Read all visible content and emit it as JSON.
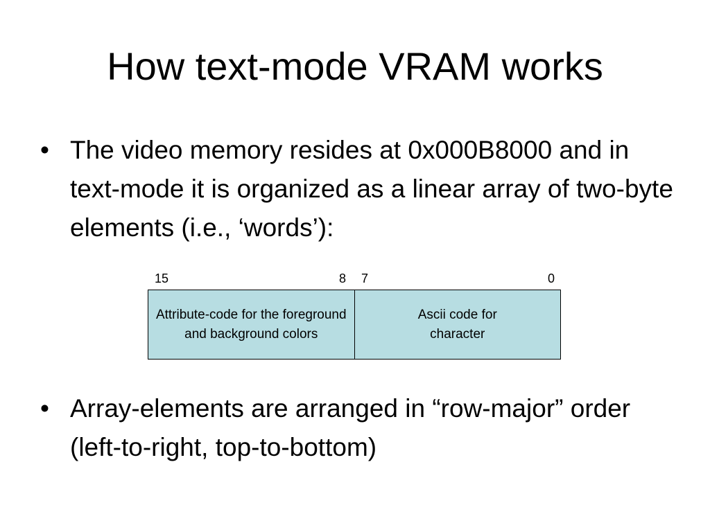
{
  "slide": {
    "title": "How text-mode VRAM works",
    "bullets": [
      {
        "marker": "•",
        "text": "The video memory resides at 0x000B8000 and in text-mode it is organized as a linear array of two-byte elements (i.e., ‘words’):"
      },
      {
        "marker": "•",
        "text": "Array-elements are arranged in “row-major” order (left-to-right, top-to-bottom)"
      }
    ]
  },
  "diagram": {
    "bit_labels": {
      "high_start": "15",
      "high_end": "8",
      "low_start": "7",
      "low_end": "0"
    },
    "fields": {
      "high": "Attribute-code for the foreground and background colors",
      "low": "Ascii code for character"
    },
    "colors": {
      "field_fill": "#b7dde2",
      "border": "#000000"
    }
  }
}
